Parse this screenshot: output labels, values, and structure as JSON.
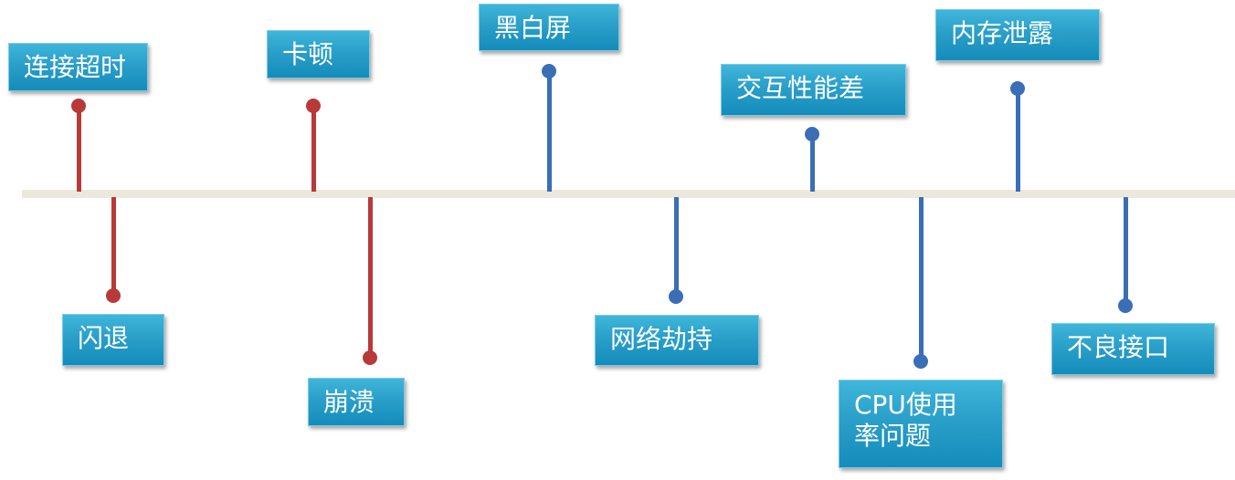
{
  "colors": {
    "axis": "#ebe8dc",
    "red_marker": "#b83a38",
    "blue_marker": "#3a6eb6",
    "label_box": "#2a9fc9",
    "label_text": "#ffffff"
  },
  "events": [
    {
      "id": "connection-timeout",
      "label": "连接超时",
      "side": "above",
      "color": "red"
    },
    {
      "id": "flash-exit",
      "label": "闪退",
      "side": "below",
      "color": "red"
    },
    {
      "id": "lag",
      "label": "卡顿",
      "side": "above",
      "color": "red"
    },
    {
      "id": "crash",
      "label": "崩溃",
      "side": "below",
      "color": "red"
    },
    {
      "id": "black-white-screen",
      "label": "黑白屏",
      "side": "above",
      "color": "blue"
    },
    {
      "id": "network-hijack",
      "label": "网络劫持",
      "side": "below",
      "color": "blue"
    },
    {
      "id": "poor-interaction",
      "label": "交互性能差",
      "side": "above",
      "color": "blue"
    },
    {
      "id": "cpu-usage",
      "label": "CPU使用\n率问题",
      "side": "below",
      "color": "blue"
    },
    {
      "id": "memory-leak",
      "label": "内存泄露",
      "side": "above",
      "color": "blue"
    },
    {
      "id": "bad-interface",
      "label": "不良接口",
      "side": "below",
      "color": "blue"
    }
  ]
}
